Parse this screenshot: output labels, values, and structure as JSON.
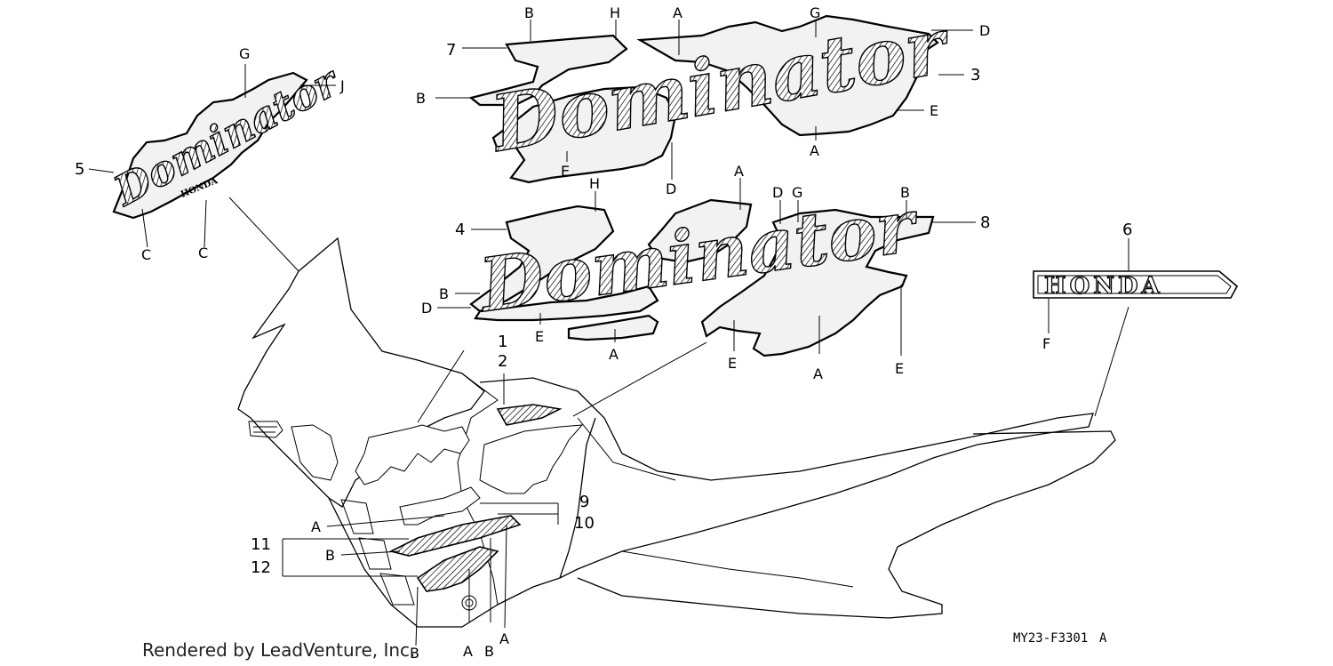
{
  "callouts": {
    "part_numbers": [
      "1",
      "2",
      "3",
      "4",
      "5",
      "6",
      "7",
      "8",
      "9",
      "10",
      "11",
      "12"
    ],
    "letters": {
      "A": "A",
      "B": "B",
      "C": "C",
      "D": "D",
      "E": "E",
      "F": "F",
      "G": "G",
      "H": "H",
      "J": "J"
    }
  },
  "emblem": {
    "brand": "HONDA",
    "script_word": "Dominator"
  },
  "footer": {
    "credit": "Rendered by LeadVenture, Inc.",
    "diagram_code": "MY23-F3301",
    "revision": "A"
  }
}
